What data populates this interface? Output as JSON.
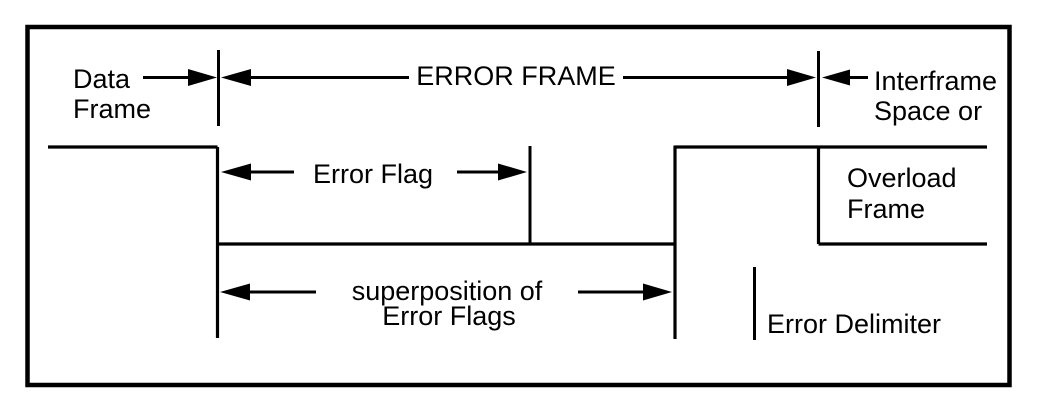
{
  "diagram": {
    "colors": {
      "line": "#000000",
      "background": "#ffffff"
    },
    "labels": {
      "data_frame_line1": "Data",
      "data_frame_line2": "Frame",
      "error_frame": "ERROR FRAME",
      "interframe_line1": "Interframe",
      "interframe_line2": "Space or",
      "error_flag": "Error Flag",
      "overload_line1": "Overload",
      "overload_line2": "Frame",
      "superposition_line1": "superposition of",
      "superposition_line2": "Error Flags",
      "error_delimiter": "Error Delimiter"
    }
  }
}
